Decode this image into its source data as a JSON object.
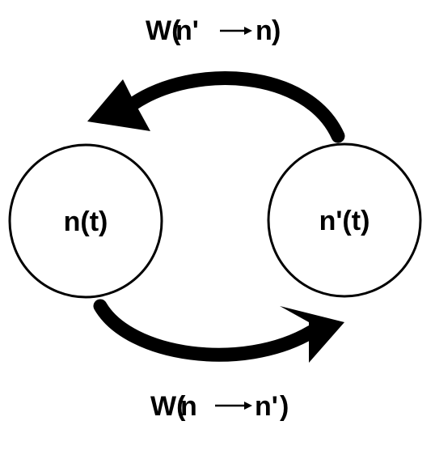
{
  "states": {
    "left": {
      "label": "n(t)"
    },
    "right": {
      "label": "n'(t)"
    }
  },
  "transitions": {
    "top": {
      "from": "n'",
      "to": "n",
      "arrow": "→"
    },
    "bottom": {
      "from": "n",
      "to": "n'",
      "arrow": "→"
    }
  },
  "colors": {
    "stroke": "#000000",
    "background": "#ffffff"
  }
}
